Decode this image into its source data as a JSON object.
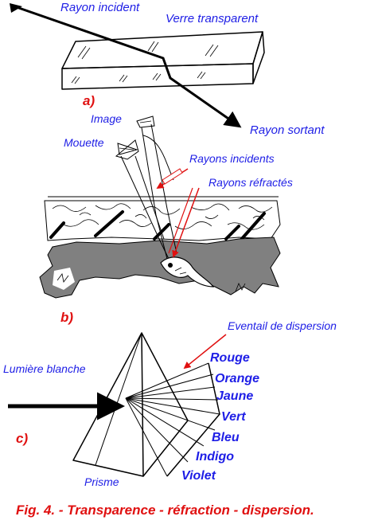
{
  "part_a": {
    "label": "a)",
    "ray_in": "Rayon incident",
    "glass": "Verre transparent",
    "ray_out": "Rayon sortant"
  },
  "part_b": {
    "label": "b)",
    "image": "Image",
    "gull": "Mouette",
    "rays_in": "Rayons incidents",
    "rays_refracted": "Rayons réfractés"
  },
  "part_c": {
    "label": "c)",
    "fan": "Eventail de dispersion",
    "white_light": "Lumière blanche",
    "prism": "Prisme",
    "colors": [
      "Rouge",
      "Orange",
      "Jaune",
      "Vert",
      "Bleu",
      "Indigo",
      "Violet"
    ]
  },
  "caption": "Fig. 4. - Transparence - réfraction  - dispersion.",
  "palette": {
    "label_blue": "#1e1ee6",
    "accent_red": "#e01010",
    "water_grey": "#808080"
  }
}
